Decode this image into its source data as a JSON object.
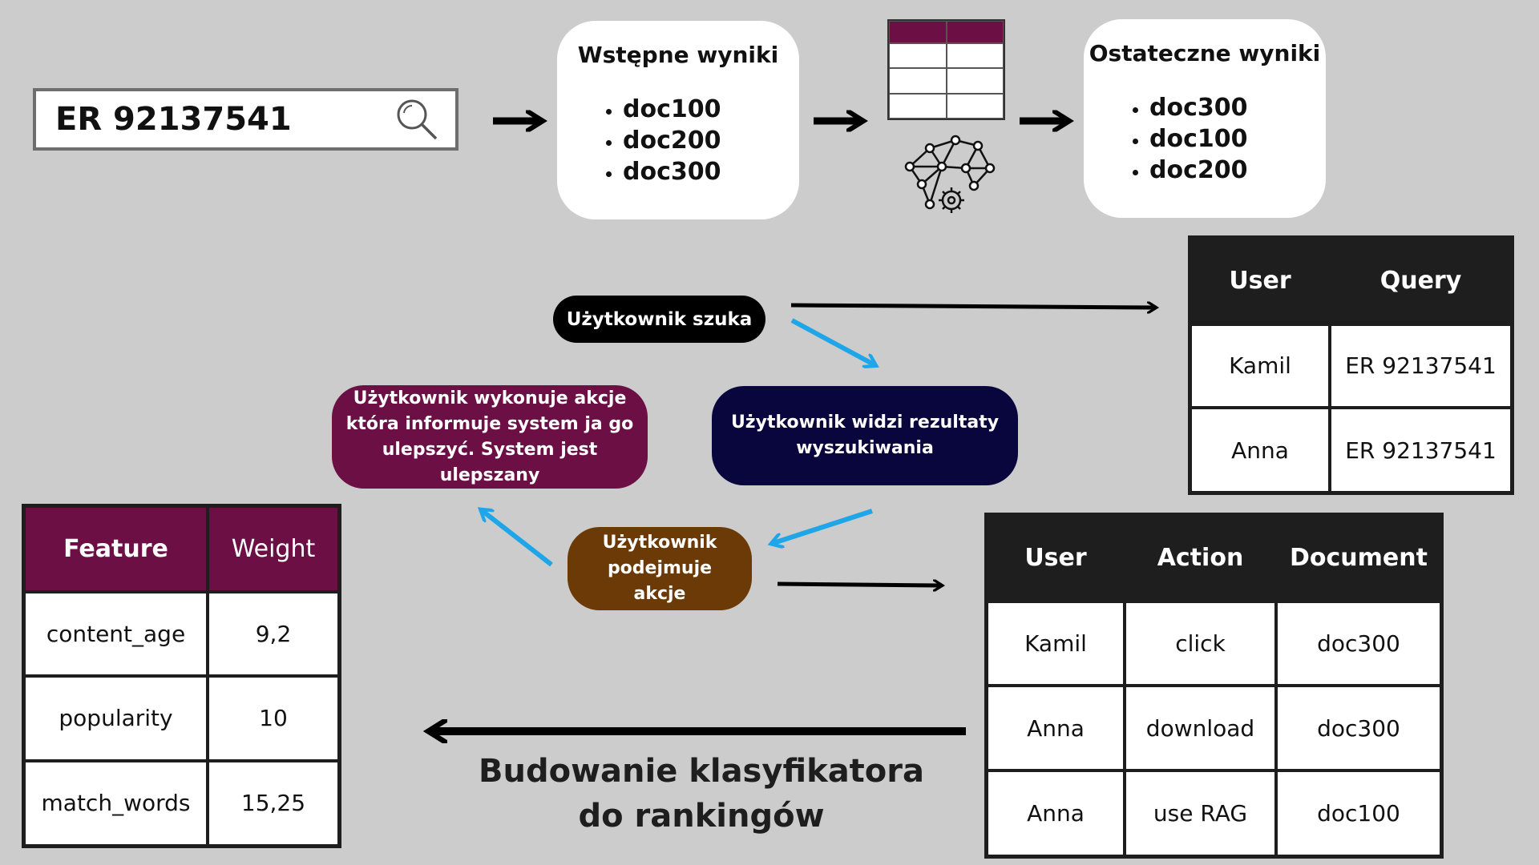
{
  "search": {
    "query": "ER 92137541",
    "icon": "search-icon"
  },
  "initial_results": {
    "title": "Wstępne wyniki",
    "items": [
      "doc100",
      "doc200",
      "doc300"
    ]
  },
  "final_results": {
    "title": "Ostateczne wyniki",
    "items": [
      "doc300",
      "doc100",
      "doc200"
    ]
  },
  "model_icon": "neural-network-gear-icon",
  "steps": {
    "search": "Użytkownik szuka",
    "sees": "Użytkownik widzi rezultaty wyszukiwania",
    "acts": "Użytkownik podejmuje akcje",
    "improve": "Użytkownik wykonuje akcje która informuje system ja go ulepszyć. System jest ulepszany"
  },
  "colors": {
    "search_pill": "#000000",
    "sees_pill": "#08063d",
    "acts_pill": "#6b3a06",
    "improve_pill": "#6b0f45",
    "flow_arrow": "#1fa6e8",
    "table_header_plum": "#6b0f45",
    "table_header_dark": "#1e1e1e"
  },
  "query_table": {
    "headers": [
      "User",
      "Query"
    ],
    "rows": [
      [
        "Kamil",
        "ER 92137541"
      ],
      [
        "Anna",
        "ER 92137541"
      ]
    ]
  },
  "action_table": {
    "headers": [
      "User",
      "Action",
      "Document"
    ],
    "rows": [
      [
        "Kamil",
        "click",
        "doc300"
      ],
      [
        "Anna",
        "download",
        "doc300"
      ],
      [
        "Anna",
        "use RAG",
        "doc100"
      ]
    ]
  },
  "feature_table": {
    "headers": [
      "Feature",
      "Weight"
    ],
    "rows": [
      [
        "content_age",
        "9,2"
      ],
      [
        "popularity",
        "10"
      ],
      [
        "match_words",
        "15,25"
      ]
    ]
  },
  "classifier_title_line1": "Budowanie klasyfikatora",
  "classifier_title_line2": "do rankingów"
}
